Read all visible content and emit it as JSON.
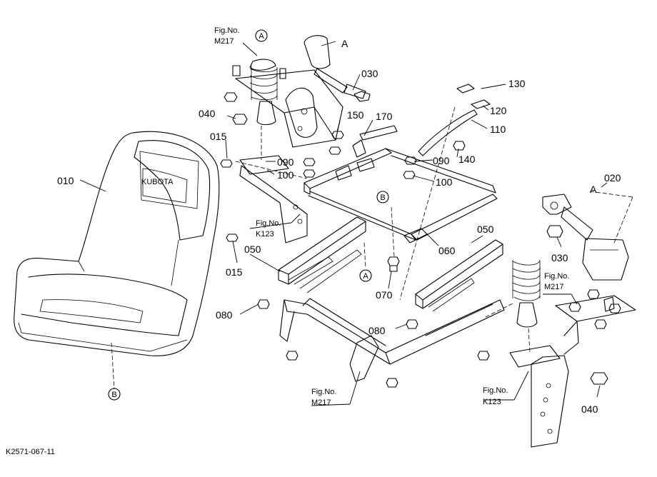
{
  "drawing_code": "K2571-067-11",
  "parts": {
    "p010": "010",
    "p015a": "015",
    "p015b": "015",
    "p020": "020",
    "p030a": "030",
    "p030b": "030",
    "p040a": "040",
    "p040b": "040",
    "p050a": "050",
    "p050b": "050",
    "p060": "060",
    "p070": "070",
    "p080a": "080",
    "p080b": "080",
    "p090a": "090",
    "p090b": "090",
    "p100a": "100",
    "p100b": "100",
    "p110": "110",
    "p120": "120",
    "p130": "130",
    "p140": "140",
    "p150": "150",
    "p170": "170"
  },
  "markers": {
    "circle_a": "A",
    "circle_b": "B",
    "letter_a": "A"
  },
  "fig_refs": {
    "fig_label": "Fig.No.",
    "m217": "M217",
    "k123": "K123"
  }
}
